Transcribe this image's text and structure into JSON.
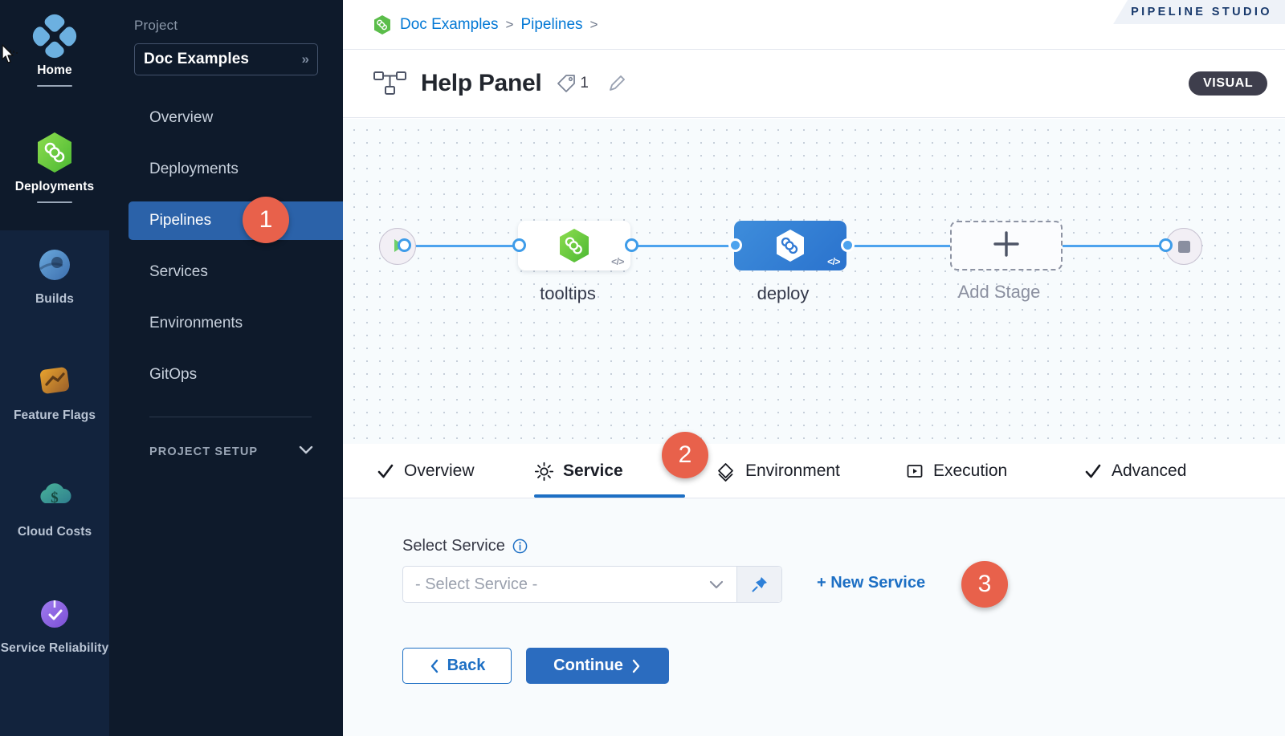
{
  "module_rail": {
    "items": [
      {
        "label": "Home",
        "icon": "home-diamond-icon",
        "active": true,
        "underline": true
      },
      {
        "label": "Deployments",
        "icon": "deployments-hex-infinity-icon",
        "active": true,
        "underline": true
      },
      {
        "label": "Builds",
        "icon": "builds-icon",
        "active": false,
        "underline": false
      },
      {
        "label": "Feature Flags",
        "icon": "feature-flags-icon",
        "active": false,
        "underline": false
      },
      {
        "label": "Cloud Costs",
        "icon": "cloud-costs-dollar-icon",
        "active": false,
        "underline": false
      },
      {
        "label": "Service Reliability",
        "icon": "service-reliability-check-icon",
        "active": false,
        "underline": false
      }
    ]
  },
  "project_sidebar": {
    "section_label": "Project",
    "selected_project": "Doc Examples",
    "expand_icon": "double-chevron-right-icon",
    "nav_items": [
      {
        "label": "Overview",
        "active": false
      },
      {
        "label": "Deployments",
        "active": false
      },
      {
        "label": "Pipelines",
        "active": true
      },
      {
        "label": "Services",
        "active": false
      },
      {
        "label": "Environments",
        "active": false
      },
      {
        "label": "GitOps",
        "active": false
      }
    ],
    "setup_label": "PROJECT SETUP",
    "setup_chevron": "chevron-down-icon"
  },
  "header": {
    "breadcrumb": [
      {
        "label": "Doc Examples",
        "icon": "harness-hex-icon"
      },
      {
        "label": "Pipelines",
        "icon": null
      }
    ],
    "breadcrumb_separator": ">",
    "studio_tag": "PIPELINE STUDIO",
    "pipeline_icon": "pipeline-nodes-icon",
    "title": "Help Panel",
    "tag_icon": "tag-icon",
    "tag_count": "1",
    "edit_icon": "pencil-edit-icon",
    "mode_pill": "VISUAL"
  },
  "canvas": {
    "start_icon": "play-start-icon",
    "end_icon": "stop-end-icon",
    "nodes": [
      {
        "name": "tooltips",
        "type": "service-step",
        "icon": "harness-hex-green-icon",
        "badge": "code-badge",
        "style": "white"
      },
      {
        "name": "deploy",
        "type": "deploy-stage",
        "icon": "harness-hex-white-icon",
        "badge": "code-badge",
        "style": "blue"
      },
      {
        "name": "Add Stage",
        "type": "add-stage",
        "icon": "plus-icon",
        "badge": null,
        "style": "dashed"
      }
    ]
  },
  "tabs": [
    {
      "label": "Overview",
      "icon": "check-icon",
      "active": false
    },
    {
      "label": "Service",
      "icon": "gear-icon",
      "active": true
    },
    {
      "label": "Environment",
      "icon": "layers-diamond-icon",
      "active": false
    },
    {
      "label": "Execution",
      "icon": "play-box-icon",
      "active": false
    },
    {
      "label": "Advanced",
      "icon": "check-icon",
      "active": false
    }
  ],
  "form": {
    "field_label": "Select Service",
    "info_icon": "info-circle-icon",
    "select_placeholder": "- Select Service -",
    "select_chevron": "chevron-down-icon",
    "pin_icon": "pin-icon",
    "new_service_label": "+ New Service",
    "back_label": "Back",
    "back_icon": "chevron-left-icon",
    "continue_label": "Continue",
    "continue_icon": "chevron-right-icon"
  },
  "step_badges": [
    {
      "number": "1"
    },
    {
      "number": "2"
    },
    {
      "number": "3"
    }
  ],
  "colors": {
    "accent_blue": "#1d6fc4",
    "rail_dark": "#0e1a2b",
    "rail_mid": "#12233d",
    "badge_orange": "#e8614b",
    "node_green": "#5bbd4a",
    "edge_blue": "#4da3ee"
  }
}
